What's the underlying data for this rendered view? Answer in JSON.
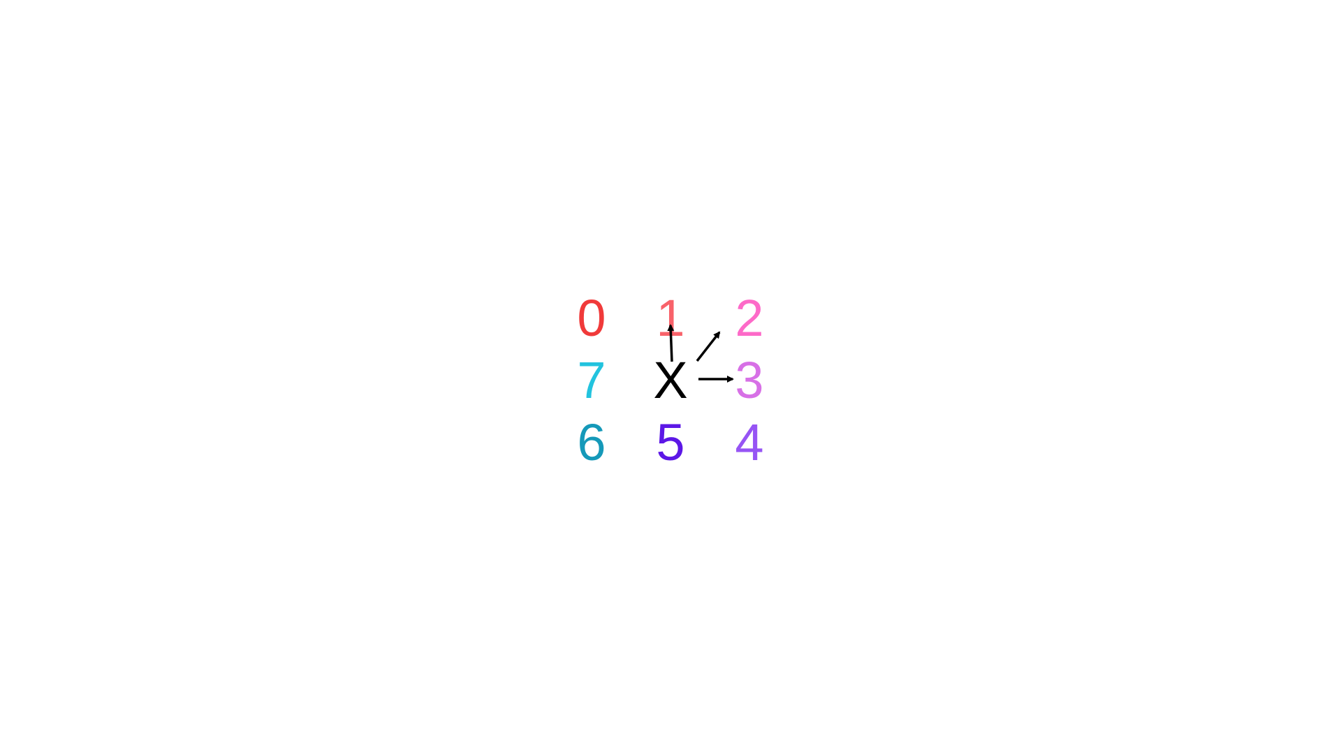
{
  "diagram": {
    "center": {
      "label": "X",
      "color": "#000000"
    },
    "cells": [
      {
        "label": "0",
        "color": "#f03a3a"
      },
      {
        "label": "1",
        "color": "#f8626a"
      },
      {
        "label": "2",
        "color": "#fd6ac8"
      },
      {
        "label": "3",
        "color": "#d770e6"
      },
      {
        "label": "4",
        "color": "#9654f4"
      },
      {
        "label": "5",
        "color": "#5c17e6"
      },
      {
        "label": "6",
        "color": "#1599b9"
      },
      {
        "label": "7",
        "color": "#22c3de"
      }
    ],
    "arrows": [
      {
        "from": "X",
        "to": "1"
      },
      {
        "from": "X",
        "to": "2"
      },
      {
        "from": "X",
        "to": "3"
      }
    ],
    "arrow_color": "#000000"
  }
}
